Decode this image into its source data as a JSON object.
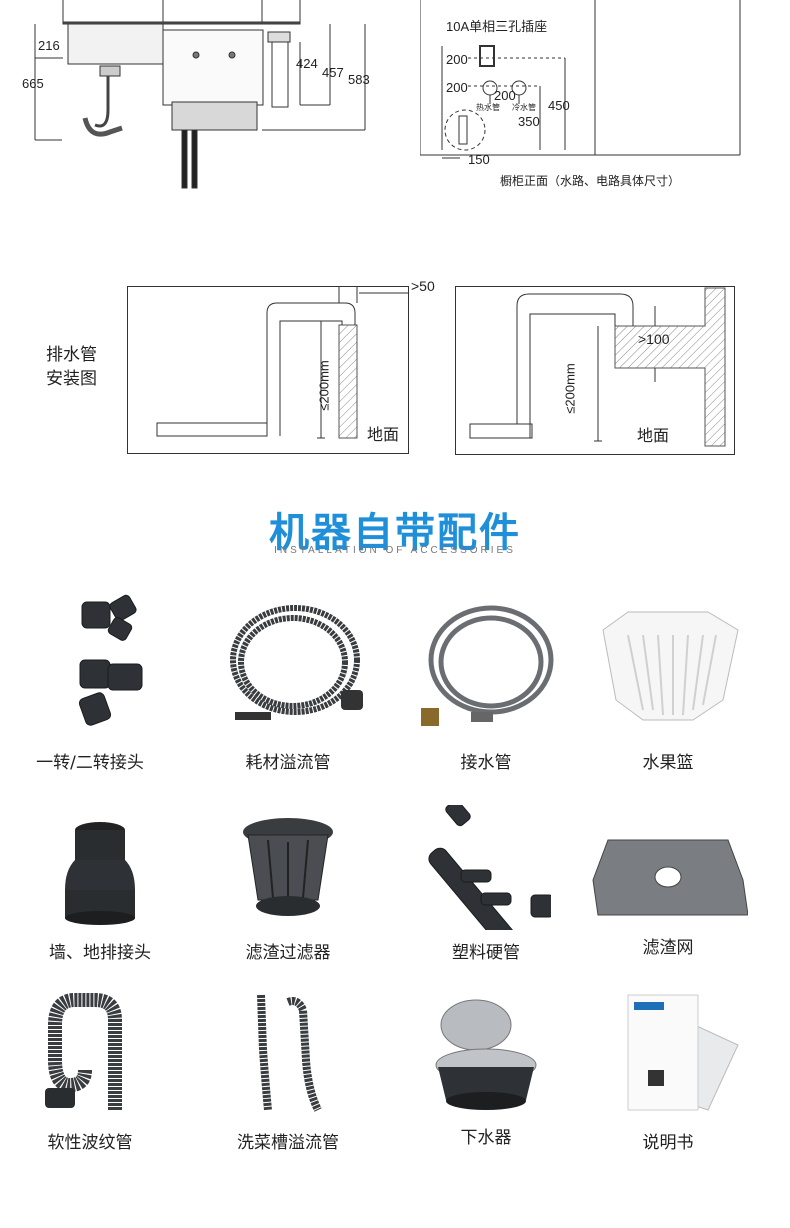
{
  "top_diagram": {
    "dims": {
      "d216": "216",
      "d665": "665",
      "d424": "424",
      "d457": "457",
      "d583": "583"
    },
    "socket_label": "10A单相三孔插座",
    "front_dims": {
      "a": "200",
      "b": "200",
      "c": "200",
      "d": "450",
      "e": "350",
      "f": "150"
    },
    "hot_pipe": "热水管",
    "cold_pipe": "冷水管",
    "caption": "橱柜正面（水路、电路具体尺寸）"
  },
  "drain_section": {
    "title_line1": "排水管",
    "title_line2": "安装图",
    "left": {
      "gap": ">50",
      "height": "≤200mm",
      "floor": "地面"
    },
    "right": {
      "gap": ">100",
      "height": "≤200mm",
      "floor": "地面"
    }
  },
  "accessories": {
    "title": "机器自带配件",
    "subtitle": "INSTALLATION OF ACCESSORIES",
    "items": [
      {
        "label": "一转/二转接头",
        "icon": "y-connector-icon"
      },
      {
        "label": "耗材溢流管",
        "icon": "overflow-hose-icon"
      },
      {
        "label": "接水管",
        "icon": "water-hose-icon"
      },
      {
        "label": "水果篮",
        "icon": "fruit-basket-icon"
      },
      {
        "label": "墙、地排接头",
        "icon": "drain-adapter-icon"
      },
      {
        "label": "滤渣过滤器",
        "icon": "residue-filter-icon"
      },
      {
        "label": "塑料硬管",
        "icon": "plastic-pipe-icon"
      },
      {
        "label": "滤渣网",
        "icon": "filter-plate-icon"
      },
      {
        "label": "软性波纹管",
        "icon": "corrugated-pipe-icon"
      },
      {
        "label": "洗菜槽溢流管",
        "icon": "sink-overflow-pipe-icon"
      },
      {
        "label": "下水器",
        "icon": "sink-drain-icon"
      },
      {
        "label": "说明书",
        "icon": "manual-icon"
      }
    ]
  }
}
